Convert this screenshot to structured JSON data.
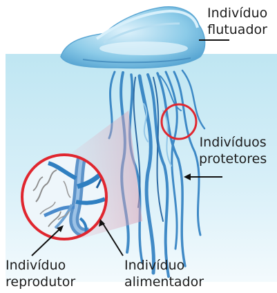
{
  "labels": {
    "float": {
      "line1": "Indivíduo",
      "line2": "flutuador"
    },
    "protect": {
      "line1": "Indivíduos",
      "line2": "protetores"
    },
    "repro": {
      "line1": "Indivíduo",
      "line2": "reprodutor"
    },
    "feed": {
      "line1": "Indivíduo",
      "line2": "alimentador"
    }
  },
  "colors": {
    "water_top": "#bfe6f2",
    "water_bottom": "#e9f6fb",
    "float_body": "#7ec3e3",
    "float_crest": "#a9daf0",
    "tentacle": "#2f7fc1",
    "tentacle_dark": "#1c5d9c",
    "highlight_ring": "#e0262f",
    "label_text": "#1c1c1c"
  }
}
